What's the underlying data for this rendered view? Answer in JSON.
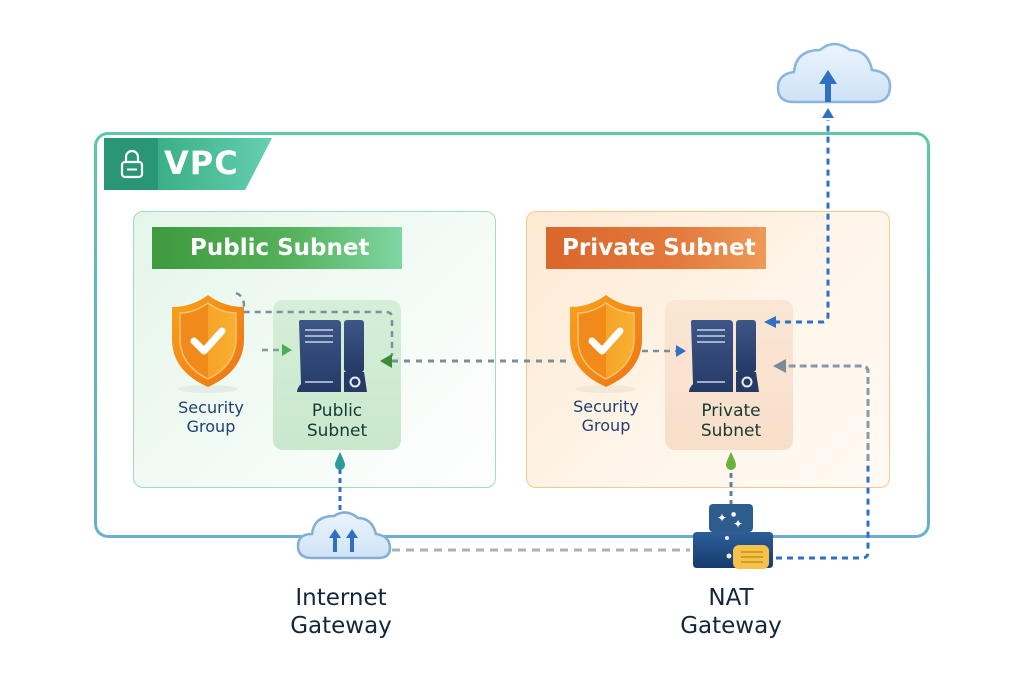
{
  "vpc": {
    "label": "VPC",
    "icon": "lock-icon"
  },
  "public_subnet": {
    "banner": "Public Subnet",
    "security_group": {
      "label_line1": "Security",
      "label_line2": "Group",
      "icon": "shield-check-icon"
    },
    "server": {
      "label_line1": "Public",
      "label_line2": "Subnet",
      "icon": "server-icon"
    }
  },
  "private_subnet": {
    "banner": "Private Subnet",
    "security_group": {
      "label_line1": "Security",
      "label_line2": "Group",
      "icon": "shield-check-icon"
    },
    "server": {
      "label_line1": "Private",
      "label_line2": "Subnet",
      "icon": "server-icon"
    }
  },
  "internet_gateway": {
    "label_line1": "Internet",
    "label_line2": "Gateway",
    "icon": "cloud-upload-icon"
  },
  "nat_gateway": {
    "label_line1": "NAT",
    "label_line2": "Gateway",
    "icon": "nat-device-icon"
  },
  "internet": {
    "icon": "cloud-upload-icon"
  },
  "colors": {
    "vpc_green": "#3fb38c",
    "public_green": "#4aa84c",
    "private_orange": "#e0702f",
    "shield_orange": "#f28a1a",
    "server_navy": "#2f4a7a",
    "flow_blue": "#2f6fc4",
    "flow_gray": "#7b8ea0"
  }
}
